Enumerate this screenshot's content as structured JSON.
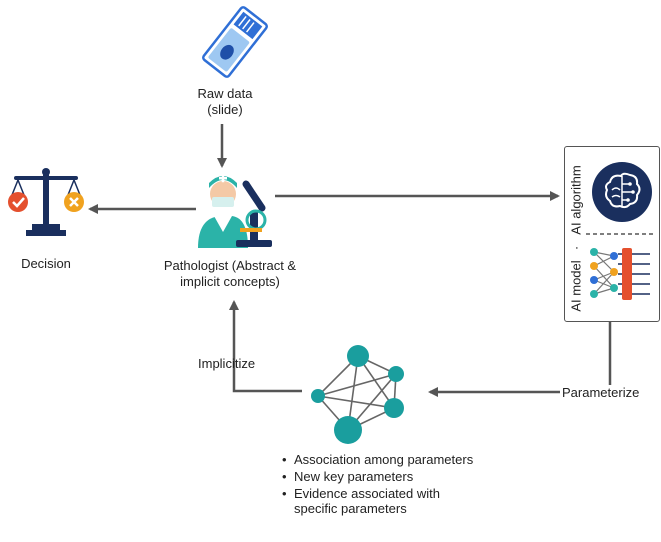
{
  "nodes": {
    "raw_data": {
      "line1": "Raw data",
      "line2": "(slide)"
    },
    "decision": {
      "label": "Decision"
    },
    "pathologist": {
      "line1": "Pathologist (Abstract &",
      "line2": "implicit concepts)"
    },
    "ai_box": {
      "model_label": "AI model",
      "separator": "·",
      "algorithm_label": "AI algorithm"
    }
  },
  "edges": {
    "implicitize": "Implicitize",
    "parameterize": "Parameterize"
  },
  "outcomes": [
    "Association among parameters",
    "New key parameters",
    "Evidence associated with specific parameters"
  ],
  "colors": {
    "arrow": "#555555",
    "teal": "#1a9e9e",
    "navy": "#1a2f5e",
    "slide_blue": "#2f6fd6",
    "check_red": "#e4502e",
    "cross_orange": "#f0a21f"
  },
  "icons": [
    "slide-icon",
    "scale-icon",
    "pathologist-microscope-icon",
    "brain-chip-icon",
    "neural-net-icon",
    "network-graph-icon"
  ]
}
